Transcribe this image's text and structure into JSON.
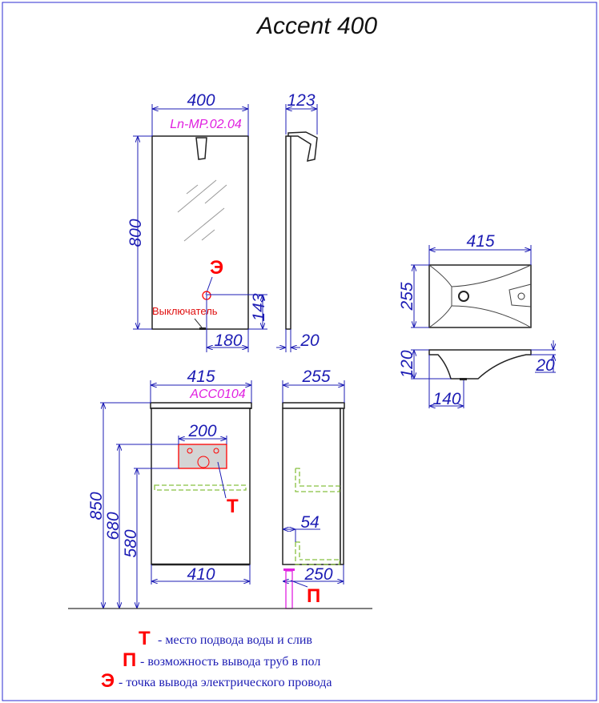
{
  "title": "Accent 400",
  "mirror": {
    "model": "Ln-MP.02.04",
    "width": "400",
    "height": "800",
    "depth": "123",
    "thickness": "20",
    "socket_height": "143",
    "socket_offset": "180",
    "socket_marker": "Э",
    "switch_label": "Выключатель"
  },
  "cabinet": {
    "model": "ACC0104",
    "top_width": "415",
    "body_width": "410",
    "depth_top": "255",
    "depth_body": "250",
    "height": "850",
    "niche_top": "680",
    "niche_bottom": "580",
    "niche_width": "200",
    "shelf_offset": "54",
    "water_marker": "Т",
    "floor_marker": "П"
  },
  "sink": {
    "width": "415",
    "depth": "255",
    "height": "120",
    "rim": "20",
    "drain_offset": "140"
  },
  "legend": [
    {
      "marker": "Т",
      "text": "- место подвода воды и слив"
    },
    {
      "marker": "П",
      "text": "- возможность вывода труб в пол"
    },
    {
      "marker": "Э",
      "text": "-  точка вывода электрического провода"
    }
  ],
  "colors": {
    "dimension": "#1c1cb4",
    "marker": "#ff0000",
    "model": "#e020e0",
    "hidden": "#88c040"
  }
}
